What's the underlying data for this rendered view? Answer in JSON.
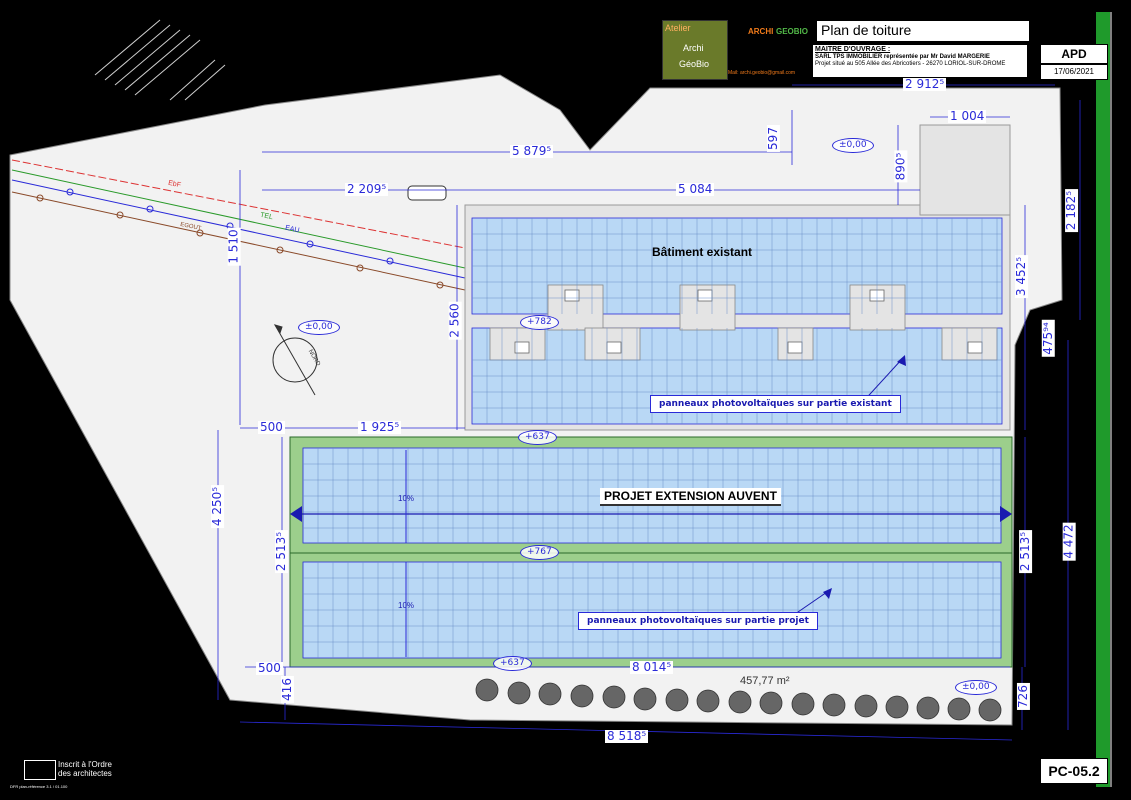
{
  "title_block": {
    "logo_text": [
      "Atelier",
      "Archi",
      "GéoBio"
    ],
    "brand_archi": "ARCHI",
    "brand_geobio": "GEOBIO",
    "email": "Mail: archi.geobio@gmail.com",
    "plan_title": "Plan de toiture",
    "owner_heading": "MAITRE D'OUVRAGE :",
    "owner_line": "SARL TPS IMMOBILIER représentée par Mr David MARGERIE",
    "project_line": "Projet situé au 505 Allée des Abricotiers - 26270 LORIOL-SUR-DROME",
    "phase": "APD",
    "date": "17/06/2021"
  },
  "sheet_number": "PC-05.2",
  "order_logo_text": "Inscrit à l'Ordre des architectes",
  "footer_fine": "DFR plan-référence 3.1 / 01.100",
  "colors": {
    "background": "#000000",
    "plot": "#f2f2f2",
    "dimension": "#2a2ad8",
    "panel": "#b9d8f5",
    "extension_frame": "#9ccf8c",
    "side_strip": "#1f9a2b",
    "roof_grey": "#e4e4e4",
    "brand_orange": "#f07a1a",
    "brand_green": "#52b848"
  },
  "labels": {
    "building_existing": "Bâtiment existant",
    "extension": "PROJET EXTENSION AUVENT",
    "pv_existing": "panneaux photovoltaïques sur partie existant",
    "pv_project": "panneaux photovoltaïques sur partie projet",
    "slope_1": "10%",
    "slope_2": "10%",
    "area": "457,77 m²"
  },
  "levels": {
    "lvl_top": "±0,00",
    "lvl_left": "±0,00",
    "lvl_bottom": "±0,00",
    "lvl_782": "+782",
    "lvl_637a": "+637",
    "lvl_767": "+767",
    "lvl_637b": "+637"
  },
  "dimensions": {
    "d_2912": "2 912⁵",
    "d_1004": "1 004",
    "d_5879": "5 879⁵",
    "d_597": "597",
    "d_890": "890⁵",
    "d_2209": "2 209⁵",
    "d_5084": "5 084",
    "d_2182": "2 182⁵",
    "d_1510": "1 510",
    "d_2560": "2 560",
    "d_3452": "3 452⁵",
    "d_475": "475⁹⁴",
    "d_500a": "500",
    "d_1925": "1 925⁵",
    "d_4250": "4 250⁵",
    "d_2513a": "2 513⁵",
    "d_2513b": "2 513⁵",
    "d_4472": "4 472",
    "d_500b": "500",
    "d_416": "416",
    "d_8014": "8 014⁵",
    "d_726": "726",
    "d_8518": "8 518⁵"
  },
  "networks": {
    "ebf": "EbF",
    "tel": "TEL",
    "eau": "EAU",
    "egout": "EGOUT"
  },
  "north_text": "NORD"
}
